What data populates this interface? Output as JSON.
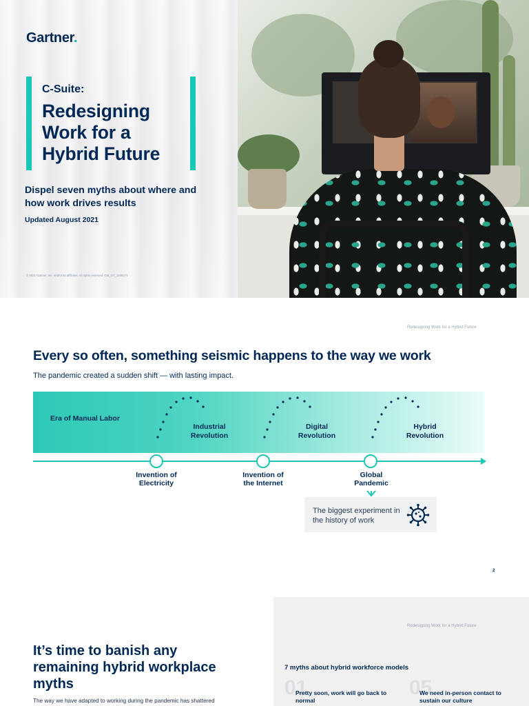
{
  "cover": {
    "logo": "Gartner",
    "logo_dot": ".",
    "kicker": "C-Suite:",
    "title": "Redesigning Work for a Hybrid Future",
    "subtitle": "Dispel seven myths about where and how work drives results",
    "updated": "Updated August 2021",
    "copyright": "© 2021 Gartner, Inc. and/or its affiliates. All rights reserved. CM_GT_1405274"
  },
  "page2": {
    "running_header": "Redesigning Work for a Hybrid Future",
    "title": "Every so often, something seismic happens to the way we work",
    "subtitle": "The pandemic created a sudden shift — with lasting impact.",
    "eras": [
      {
        "line1": "Era of Manual Labor",
        "line2": ""
      },
      {
        "line1": "Industrial",
        "line2": "Revolution"
      },
      {
        "line1": "Digital",
        "line2": "Revolution"
      },
      {
        "line1": "Hybrid",
        "line2": "Revolution"
      }
    ],
    "milestones": [
      {
        "line1": "Invention of",
        "line2": "Electricity"
      },
      {
        "line1": "Invention of",
        "line2": "the Internet"
      },
      {
        "line1": "Global",
        "line2": "Pandemic"
      }
    ],
    "callout": "The biggest experiment in the history of work",
    "page_number": "2",
    "colors": {
      "accent": "#1ac6b4",
      "navy": "#002856"
    }
  },
  "page3": {
    "running_header": "Redesigning Work for a Hybrid Future",
    "title": "It’s time to banish any remaining hybrid workplace myths",
    "body": "The way we have adapted to working during the pandemic has shattered",
    "list_title": "7 myths about hybrid workforce models",
    "myths": [
      {
        "number": "01",
        "text": "Pretty soon, work will go back to normal"
      },
      {
        "number": "05",
        "text": "We need in-person contact to sustain our culture"
      }
    ]
  }
}
